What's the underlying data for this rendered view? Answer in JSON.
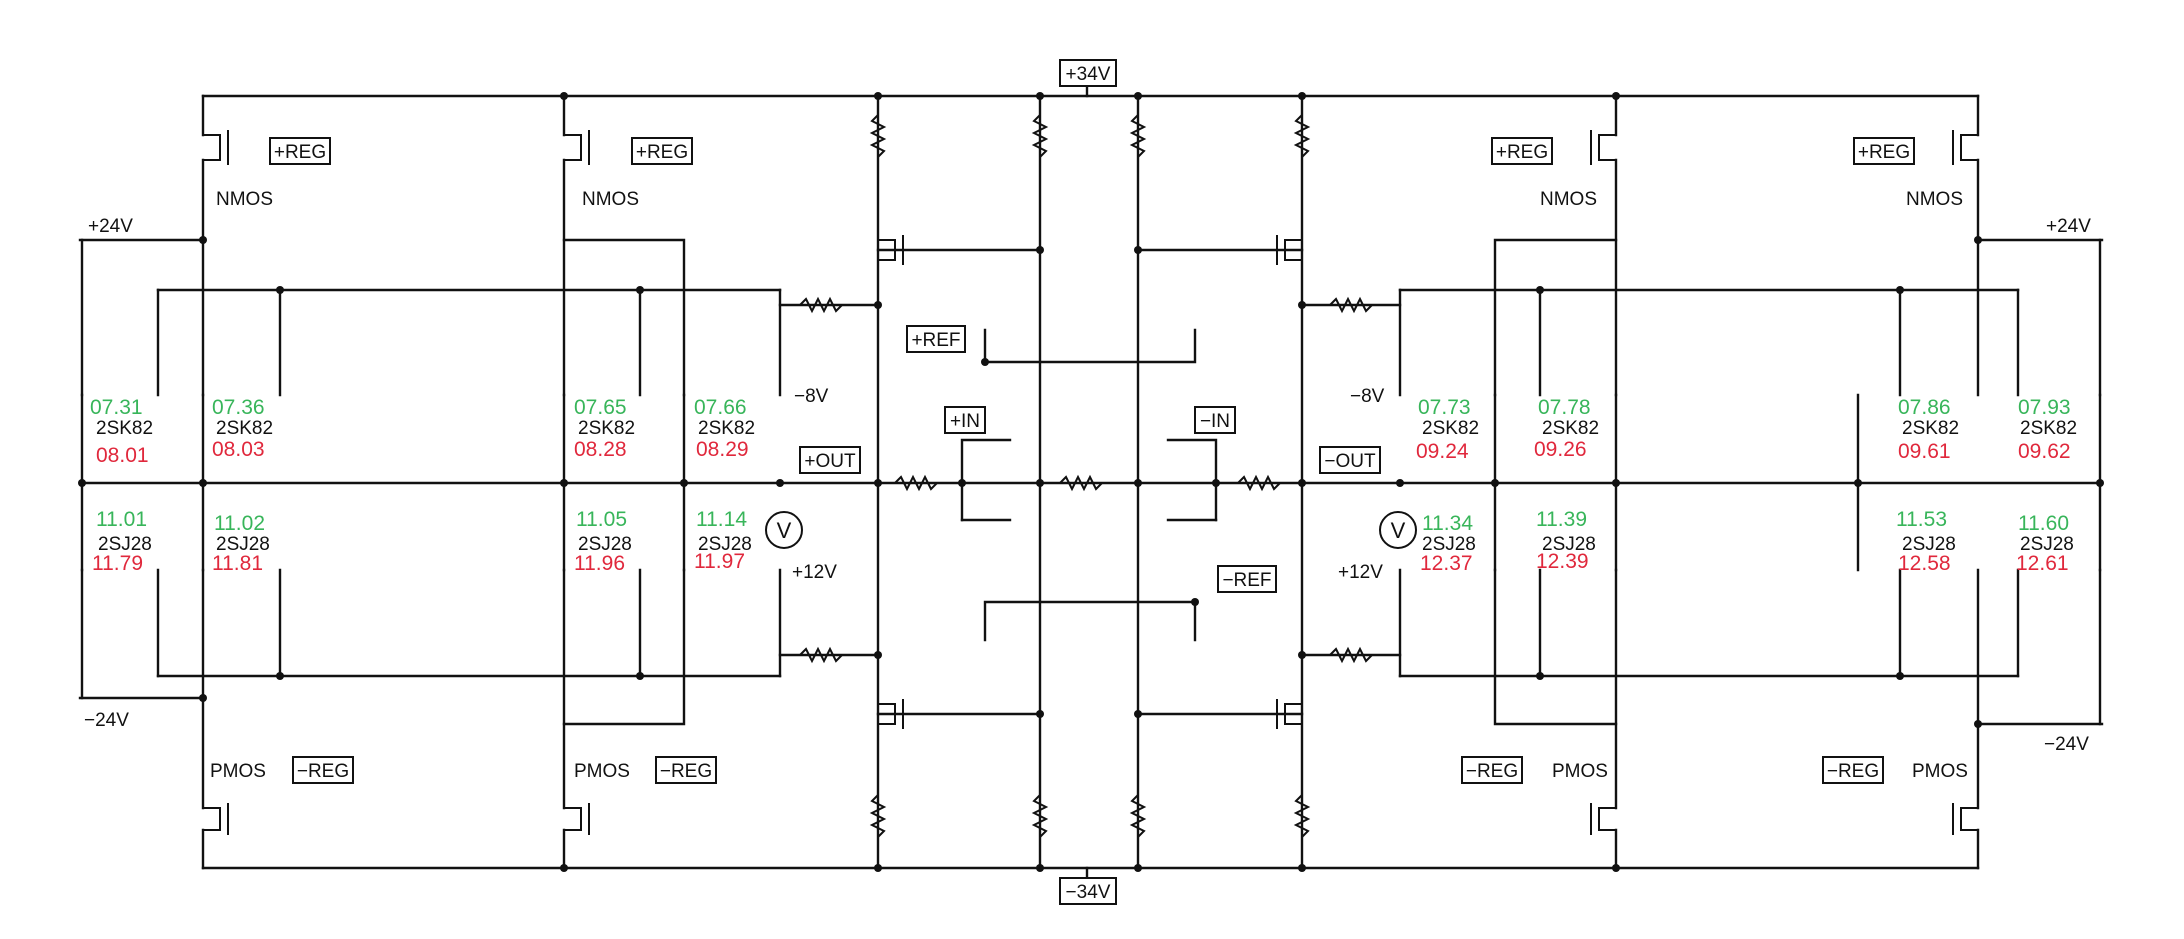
{
  "colors": {
    "wire": "#111111",
    "measure_low": "#38b55a",
    "measure_high": "#e0283c"
  },
  "rails": {
    "plus34": "+34V",
    "minus34": "−34V",
    "plus24_left": "+24V",
    "minus24_left": "−24V",
    "plus24_right": "+24V",
    "minus24_right": "−24V",
    "minus8_left": "−8V",
    "minus8_right": "−8V",
    "plus12_left": "+12V",
    "plus12_right": "+12V"
  },
  "ports": {
    "plus_reg": "+REG",
    "minus_reg": "−REG",
    "plus_ref": "+REF",
    "minus_ref": "−REF",
    "plus_in": "+IN",
    "minus_in": "−IN",
    "plus_out": "+OUT",
    "minus_out": "−OUT",
    "voltmeter": "V"
  },
  "mosfet_type": {
    "nmos": "NMOS",
    "pmos": "PMOS"
  },
  "parts": {
    "nchannel": "2SK82",
    "pchannel": "2SJ28"
  },
  "nch_devices": [
    {
      "low": "07.31",
      "high": "08.01"
    },
    {
      "low": "07.36",
      "high": "08.03"
    },
    {
      "low": "07.65",
      "high": "08.28"
    },
    {
      "low": "07.66",
      "high": "08.29"
    },
    {
      "low": "07.73",
      "high": "09.24"
    },
    {
      "low": "07.78",
      "high": "09.26"
    },
    {
      "low": "07.86",
      "high": "09.61"
    },
    {
      "low": "07.93",
      "high": "09.62"
    }
  ],
  "pch_devices": [
    {
      "low": "11.01",
      "high": "11.79"
    },
    {
      "low": "11.02",
      "high": "11.81"
    },
    {
      "low": "11.05",
      "high": "11.96"
    },
    {
      "low": "11.14",
      "high": "11.97"
    },
    {
      "low": "11.34",
      "high": "12.37"
    },
    {
      "low": "11.39",
      "high": "12.39"
    },
    {
      "low": "11.53",
      "high": "12.58"
    },
    {
      "low": "11.60",
      "high": "12.61"
    }
  ]
}
